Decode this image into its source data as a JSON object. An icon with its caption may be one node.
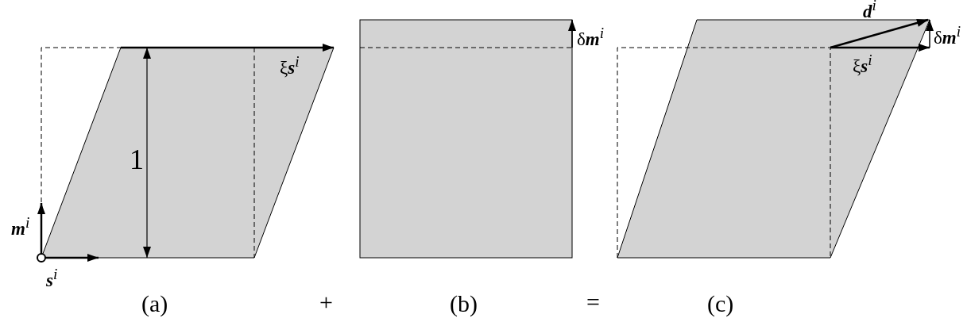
{
  "diagram": {
    "labels": [
      "**d**$^{i}$",
      "δ**m**$^{i}$",
      "ξ**s**$^{i}$",
      "δ**m**$^{i}$",
      "ξ**s**$^{i}$",
      "1",
      "**m**$^{i}$",
      "**s**$^{i}$",
      "(a)",
      "+",
      "(b)",
      "=",
      "(c)"
    ]
  }
}
